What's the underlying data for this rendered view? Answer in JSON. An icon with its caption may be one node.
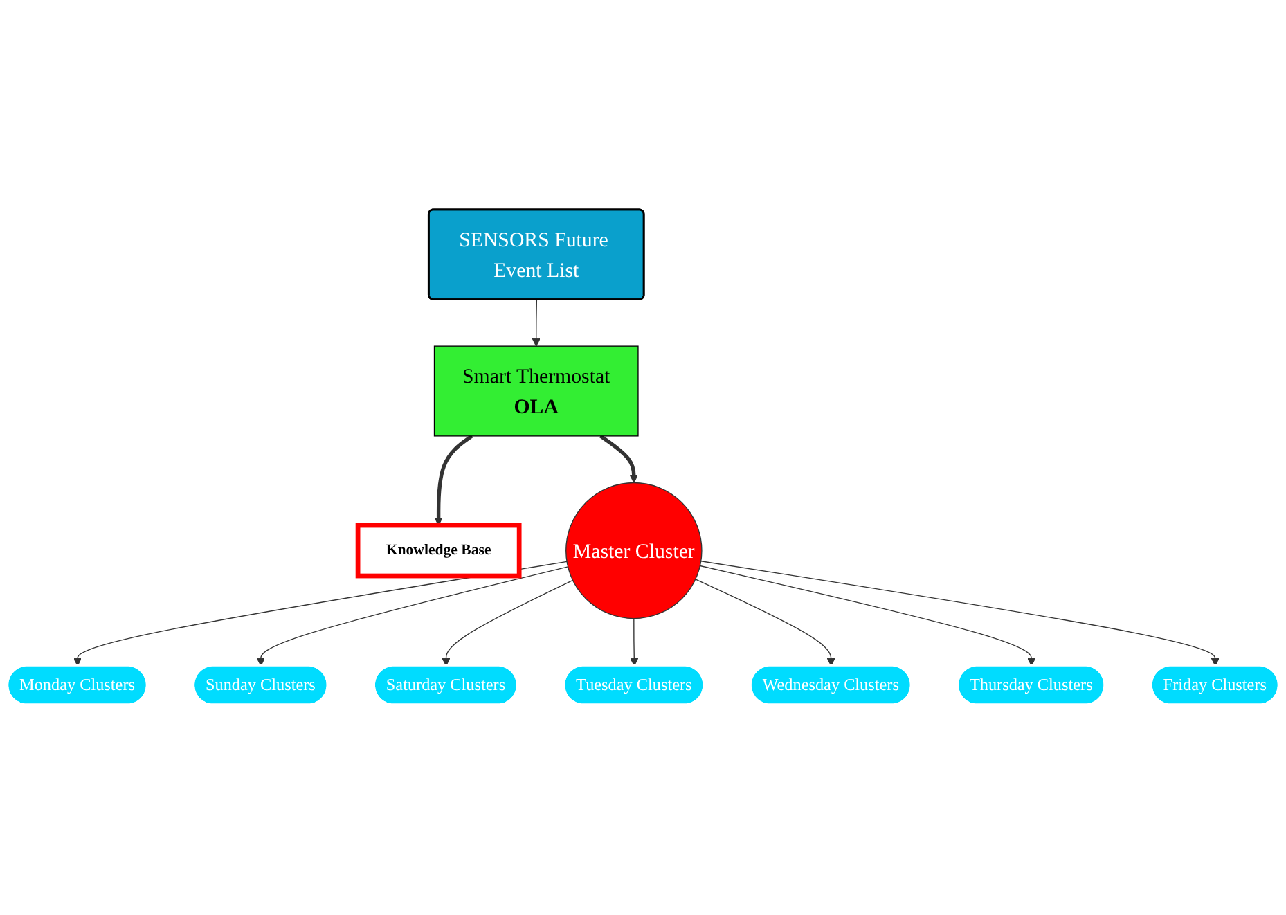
{
  "diagram": {
    "nodes": [
      {
        "text": [
          "Knowledge Base"
        ]
      },
      {
        "text": [
          "Smart Thermostat",
          "OLA"
        ]
      },
      {
        "text": [
          "SENSORS Future Event List"
        ]
      },
      {
        "text": [
          "Master Cluster"
        ]
      },
      {
        "text": [
          "Monday Clusters"
        ]
      },
      {
        "text": [
          "Sunday Clusters"
        ]
      },
      {
        "text": [
          "Saturday Clusters"
        ]
      },
      {
        "text": [
          "Tuesday Clusters"
        ]
      },
      {
        "text": [
          "Wednesday Clusters"
        ]
      },
      {
        "text": [
          "Thursday Clusters"
        ]
      },
      {
        "text": [
          "Friday Clusters"
        ]
      }
    ],
    "edges": [
      {
        "from": 2,
        "to": 1,
        "arrow": "to"
      },
      {
        "from": 1,
        "to": 0,
        "arrow": "to",
        "style": "thick"
      },
      {
        "from": 1,
        "to": 3,
        "arrow": "to",
        "style": "thick"
      },
      {
        "from": 3,
        "to": 4,
        "arrow": "to"
      },
      {
        "from": 3,
        "to": 5,
        "arrow": "to"
      },
      {
        "from": 3,
        "to": 6,
        "arrow": "to"
      },
      {
        "from": 3,
        "to": 7,
        "arrow": "to"
      },
      {
        "from": 3,
        "to": 8,
        "arrow": "to"
      },
      {
        "from": 3,
        "to": 9,
        "arrow": "to"
      },
      {
        "from": 3,
        "to": 10,
        "arrow": "to"
      }
    ]
  }
}
